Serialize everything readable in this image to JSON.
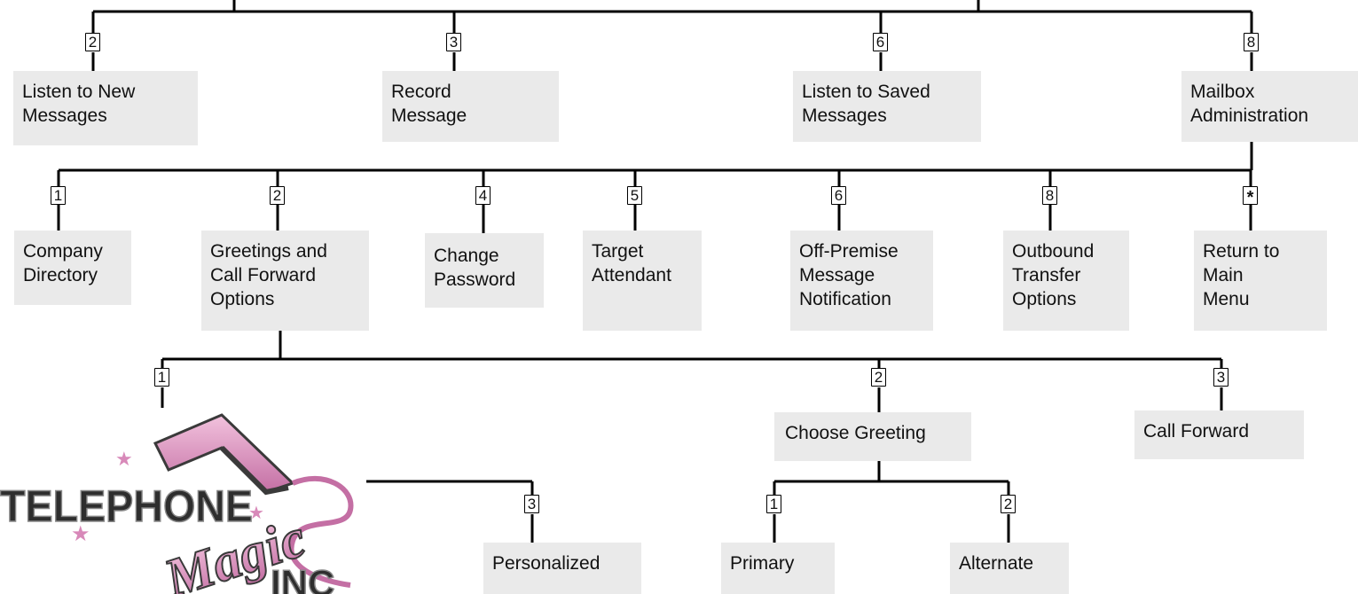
{
  "tier1": [
    {
      "key": "2",
      "label": "Listen to New\nMessages"
    },
    {
      "key": "3",
      "label": "Record\nMessage"
    },
    {
      "key": "6",
      "label": "Listen to Saved\nMessages"
    },
    {
      "key": "8",
      "label": "Mailbox\nAdministration"
    }
  ],
  "tier2": [
    {
      "key": "1",
      "label": "Company\nDirectory"
    },
    {
      "key": "2",
      "label": "Greetings and\nCall Forward\nOptions"
    },
    {
      "key": "4",
      "label": "Change\nPassword"
    },
    {
      "key": "5",
      "label": "Target\nAttendant"
    },
    {
      "key": "6",
      "label": "Off-Premise\nMessage\nNotification"
    },
    {
      "key": "8",
      "label": "Outbound\nTransfer\nOptions"
    },
    {
      "key": "*",
      "label": "Return to\nMain\nMenu"
    }
  ],
  "tier3": [
    {
      "key": "1"
    },
    {
      "key": "2",
      "label": "Choose Greeting"
    },
    {
      "key": "3",
      "label": "Call Forward"
    }
  ],
  "tier4": [
    {
      "key": "3",
      "label": "Personalized"
    },
    {
      "key": "1",
      "label": "Primary"
    },
    {
      "key": "2",
      "label": "Alternate"
    }
  ],
  "logo": {
    "line1": "TELEPHONE",
    "line2": "Magic",
    "line3": "INC",
    "color_pink": "#d889b9",
    "color_dark": "#3a3a3a"
  }
}
